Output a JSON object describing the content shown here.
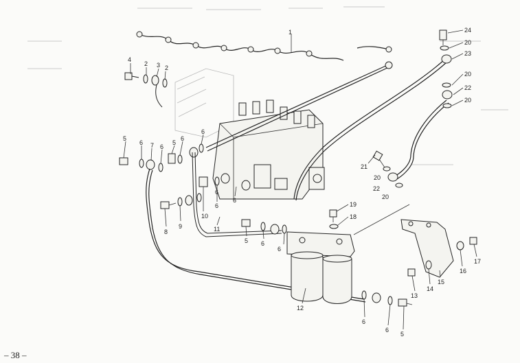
{
  "page_number": "– 38 –",
  "callouts": {
    "c1": "1",
    "c2a": "2",
    "c3": "3",
    "c2b": "2",
    "c4": "4",
    "c24": "24",
    "c20a": "20",
    "c23": "23",
    "c20b": "20",
    "c22a": "22",
    "c20c": "20",
    "c5a": "5",
    "c6a": "6",
    "c7": "7",
    "c6b": "6",
    "c5b": "5",
    "c6c": "6",
    "c6d": "6",
    "c6e": "6",
    "c6f": "6",
    "c6g": "6",
    "c21": "21",
    "c20d": "20",
    "c22b": "22",
    "c20e": "20",
    "c8": "8",
    "c9": "9",
    "c10": "10",
    "c11": "11",
    "c5c": "5",
    "c6h": "6",
    "c6i": "6",
    "c19": "19",
    "c18": "18",
    "c12": "12",
    "c13": "13",
    "c14": "14",
    "c15": "15",
    "c16": "16",
    "c17": "17",
    "c6j": "6",
    "c6k": "6",
    "c5d": "5"
  }
}
